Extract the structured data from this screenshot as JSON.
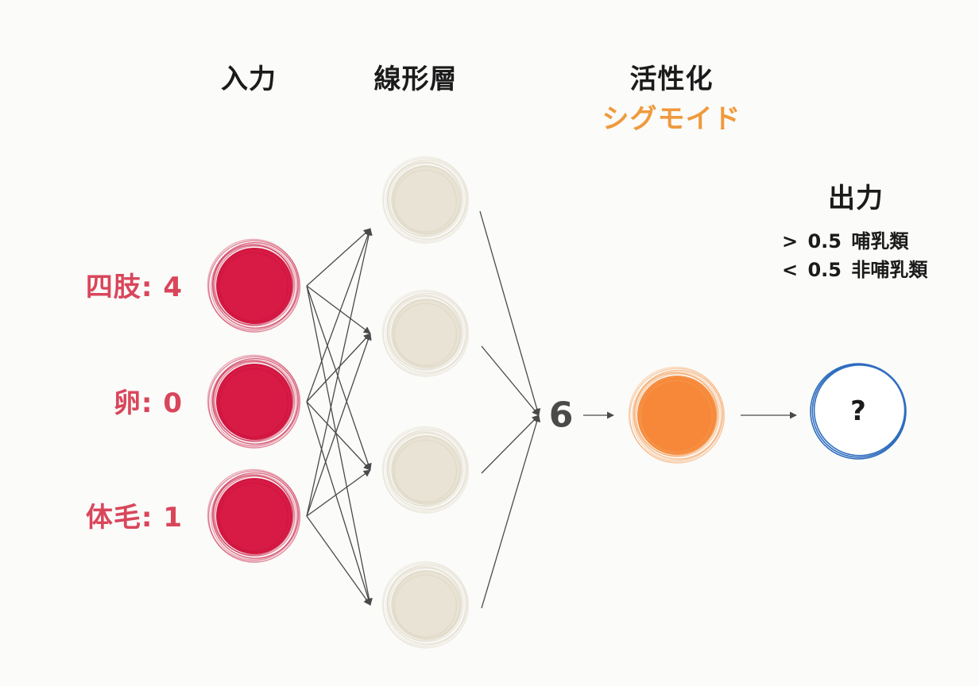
{
  "headers": {
    "input": "入力",
    "linear": "線形層",
    "activation": "活性化",
    "activation_sub": "シグモイド",
    "output": "出力"
  },
  "inputs": [
    {
      "label": "四肢: 4"
    },
    {
      "label": "卵: 0"
    },
    {
      "label": "体毛: 1"
    }
  ],
  "linear_sum": "6",
  "output_value": "?",
  "rules": [
    {
      "op": ">",
      "threshold": "0.5",
      "label": "哺乳類"
    },
    {
      "op": "<",
      "threshold": "0.5",
      "label": "非哺乳類"
    }
  ],
  "colors": {
    "input_node": "#d81b45",
    "hidden_node": "#e8e3d4",
    "activation_node": "#f7883a",
    "output_ring": "#2f6dbf",
    "edge": "#4a4a4a",
    "input_label": "#d9465b",
    "activation_label": "#ef9a3c"
  }
}
